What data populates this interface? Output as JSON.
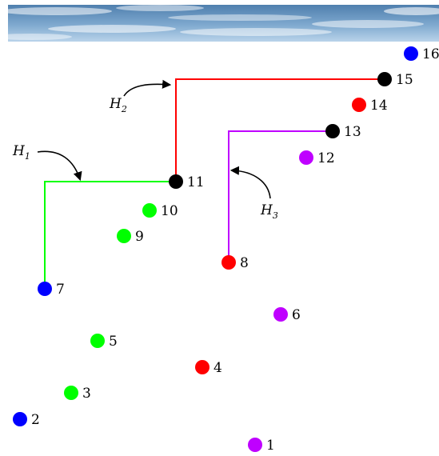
{
  "colors": {
    "blue": "#0000ff",
    "green": "#00ff00",
    "red": "#ff0000",
    "purple": "#bf00ff",
    "black": "#000000",
    "path_H1": "#00ff00",
    "path_H2": "#ff0000",
    "path_H3": "#bf00ff"
  },
  "points": [
    {
      "id": "1",
      "color": "purple"
    },
    {
      "id": "2",
      "color": "blue"
    },
    {
      "id": "3",
      "color": "green"
    },
    {
      "id": "4",
      "color": "red"
    },
    {
      "id": "5",
      "color": "green"
    },
    {
      "id": "6",
      "color": "purple"
    },
    {
      "id": "7",
      "color": "blue"
    },
    {
      "id": "8",
      "color": "red"
    },
    {
      "id": "9",
      "color": "green"
    },
    {
      "id": "10",
      "color": "green"
    },
    {
      "id": "11",
      "color": "black"
    },
    {
      "id": "12",
      "color": "purple"
    },
    {
      "id": "13",
      "color": "black"
    },
    {
      "id": "14",
      "color": "red"
    },
    {
      "id": "15",
      "color": "black"
    },
    {
      "id": "16",
      "color": "blue"
    }
  ],
  "hooks": [
    {
      "main": "H",
      "sub": "1",
      "from_point": "7",
      "to_point": "11",
      "color": "path_H1"
    },
    {
      "main": "H",
      "sub": "2",
      "from_point": "11",
      "to_point": "15",
      "color": "path_H2"
    },
    {
      "main": "H",
      "sub": "3",
      "from_point": "8",
      "to_point": "13",
      "color": "path_H3"
    }
  ]
}
